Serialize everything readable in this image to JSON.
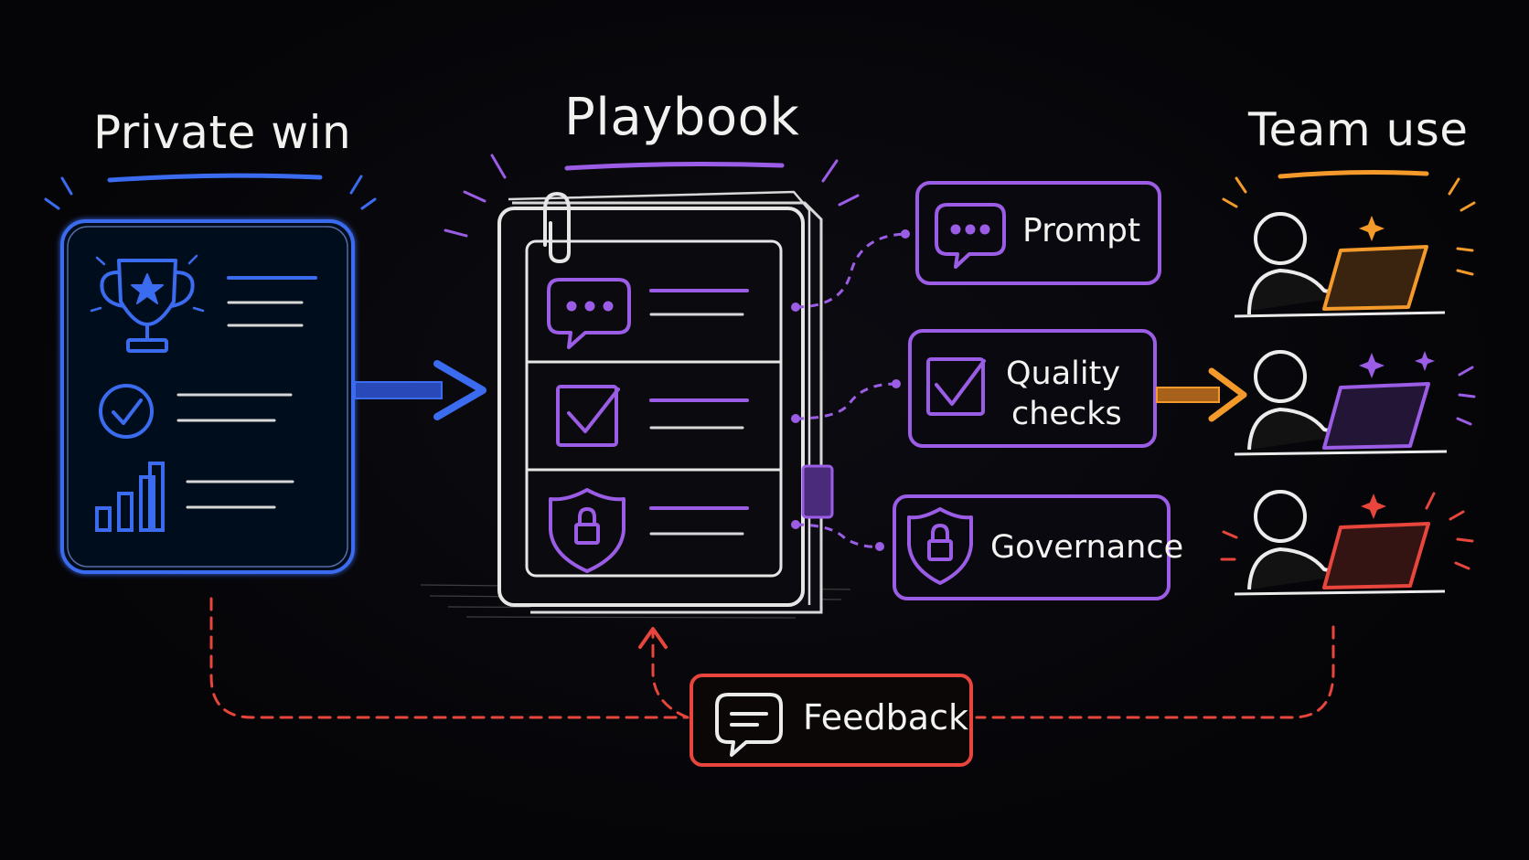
{
  "stages": {
    "private_win": "Private win",
    "playbook": "Playbook",
    "team_use": "Team use"
  },
  "components": {
    "prompt": "Prompt",
    "quality_checks_line1": "Quality",
    "quality_checks_line2": "checks",
    "governance": "Governance"
  },
  "loop": {
    "feedback": "Feedback"
  },
  "colors": {
    "private_win": "#3b6cf0",
    "playbook": "#9b5de5",
    "team_use": "#f39a2b",
    "feedback": "#e8453c",
    "chalk": "#ececec"
  },
  "icons": [
    "trophy-icon",
    "check-circle-icon",
    "bar-chart-icon",
    "chat-bubble-icon",
    "checkbox-icon",
    "shield-lock-icon",
    "person-laptop-icon",
    "message-icon"
  ]
}
